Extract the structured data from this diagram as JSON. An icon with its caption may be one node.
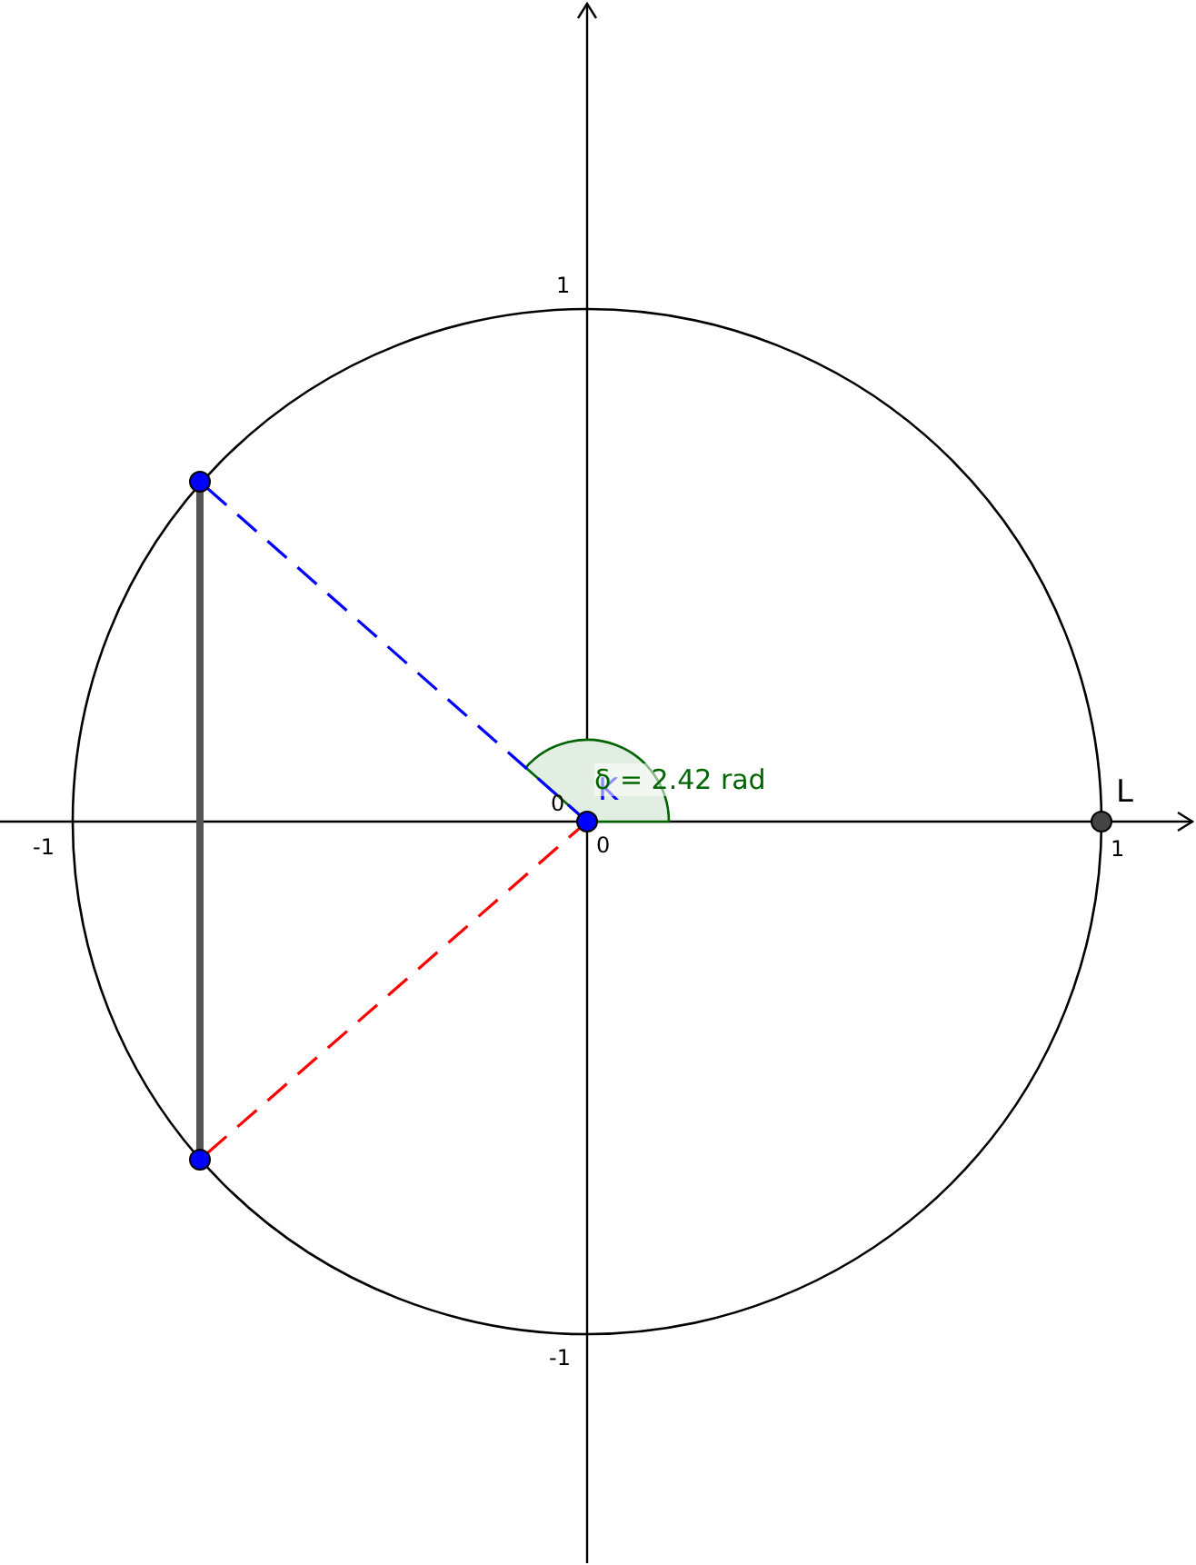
{
  "diagram": {
    "nodes": [
      {
        "text": [],
        "shape": "circle"
      },
      {
        "text": [
          "K"
        ]
      },
      {
        "text": [
          "L"
        ]
      },
      {
        "text": [],
        "shape": "circle"
      }
    ],
    "edges": [
      {
        "from": 0,
        "to": 1,
        "arrow": "none",
        "style": "dashed",
        "color": "#0000ff"
      },
      {
        "from": 3,
        "to": 1,
        "arrow": "none",
        "style": "dashed",
        "color": "#ff0000"
      },
      {
        "from": 0,
        "to": 3,
        "arrow": "none",
        "style": "thick",
        "color": "#555555"
      }
    ],
    "labels": [
      "1",
      "δ = 2.42 rad",
      "0",
      "0",
      "-1",
      "1",
      "-1"
    ]
  }
}
